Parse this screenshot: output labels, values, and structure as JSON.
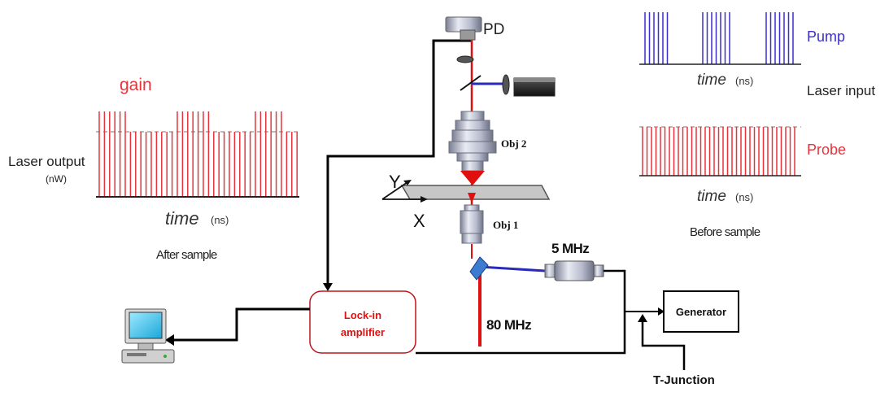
{
  "labels": {
    "pd": "PD",
    "obj2": "Obj 2",
    "obj1": "Obj 1",
    "axis_y": "Y",
    "axis_x": "X",
    "freq_5mhz": "5 MHz",
    "freq_80mhz": "80 MHz",
    "generator": "Generator",
    "lockin_line1": "Lock-in",
    "lockin_line2": "amplifier",
    "tjunction": "T-Junction",
    "gain": "gain",
    "laser_output": "Laser output",
    "laser_output_unit": "(nW)",
    "time": "time",
    "time_unit": "(ns)",
    "after_sample": "After sample",
    "pump": "Pump",
    "probe": "Probe",
    "laser_input": "Laser input",
    "before_sample": "Before sample"
  },
  "colors": {
    "pump": "#3a2fd0",
    "probe": "#e8333b",
    "beam_red": "#e01010",
    "beam_blue": "#2a2ab8",
    "lockin_border": "#c0141c",
    "lockin_text": "#e01010",
    "wire": "#000000"
  },
  "icons": [
    "photodiode-icon",
    "objective-lens-icon",
    "laser-source-icon",
    "modulator-icon",
    "computer-icon",
    "dichroic-mirror-icon",
    "beamsplitter-icon"
  ]
}
